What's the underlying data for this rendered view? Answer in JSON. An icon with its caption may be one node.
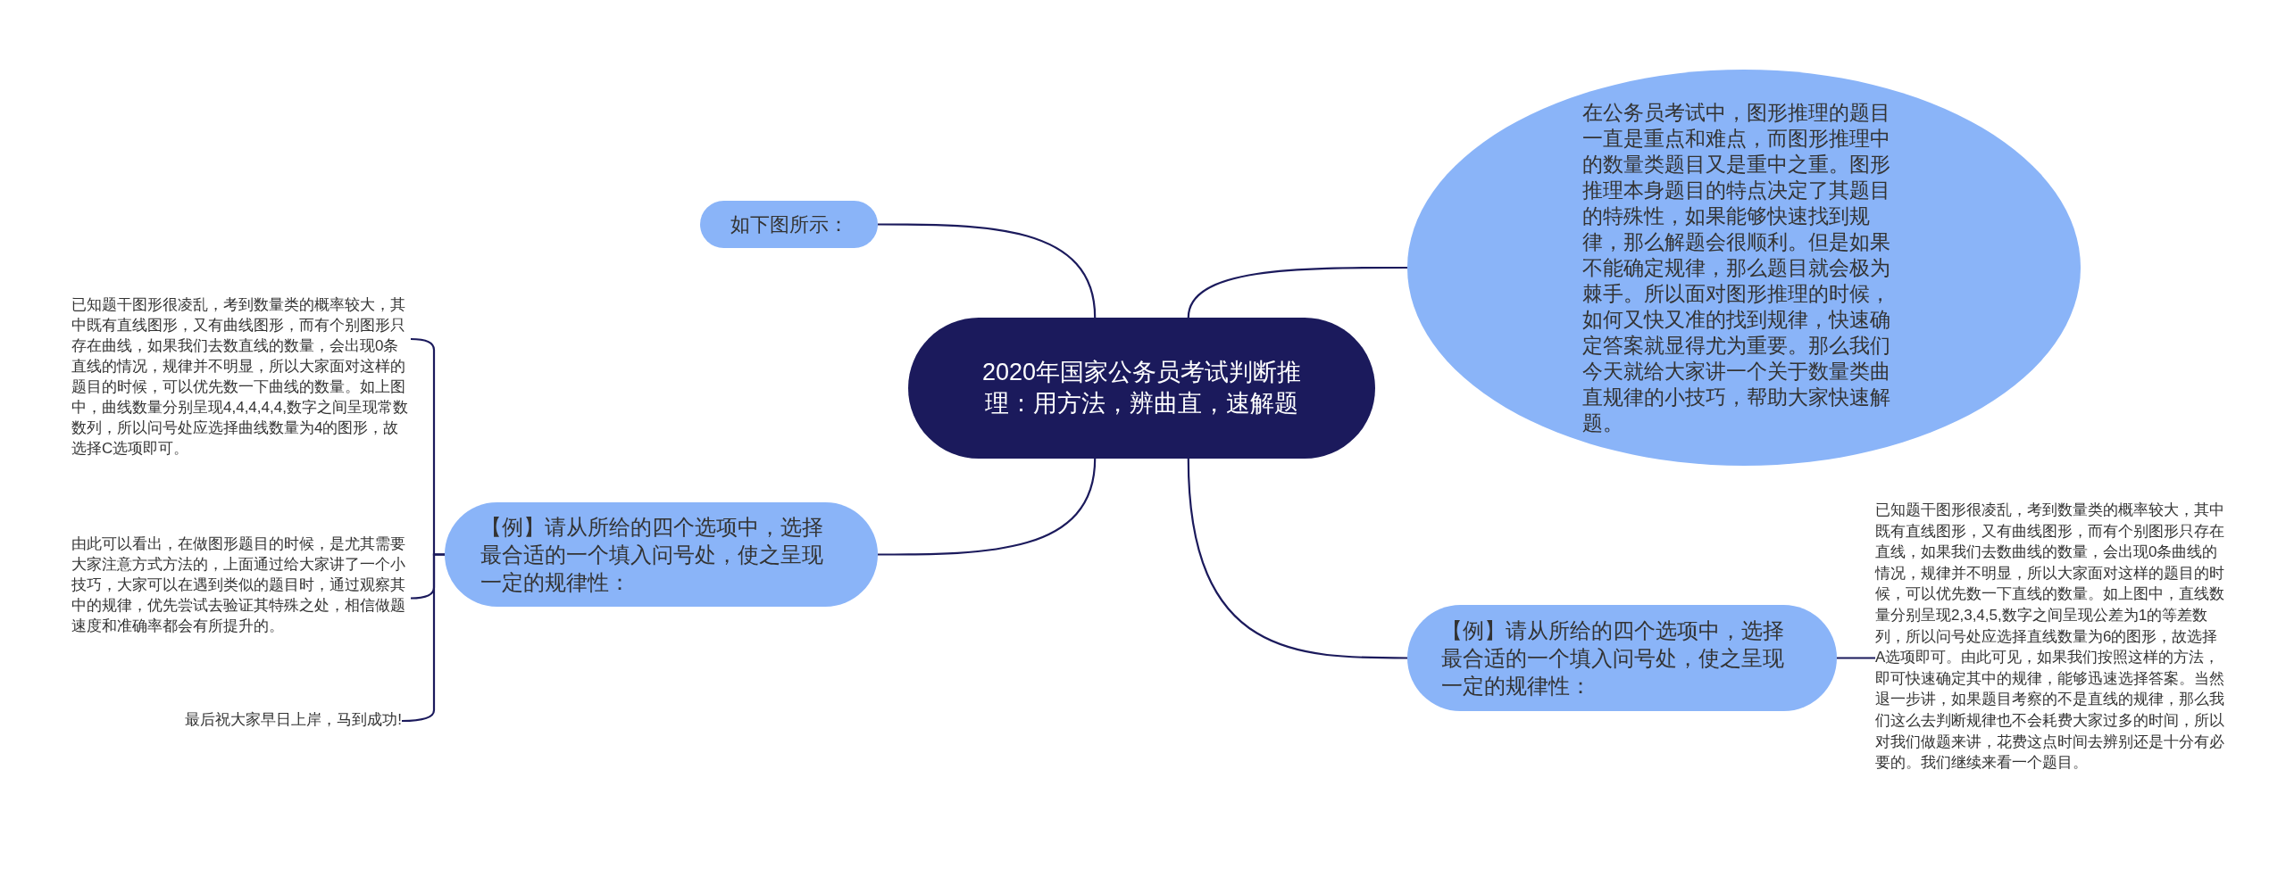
{
  "diagram": {
    "nodes": [
      {
        "text": [
          "2020年国家公务员考试判断推理：用方法，辨曲直，速解题"
        ]
      },
      {
        "text": [
          "如下图所示："
        ]
      },
      {
        "text": [
          "【例】请从所给的四个选项中，选择最合适的一个填入问号处，使之呈现一定的规律性："
        ]
      },
      {
        "text": [
          "已知题干图形很凌乱，考到数量类的概率较大，其中既有直线图形，又有曲线图形，而有个别图形只存在曲线，如果我们去数直线的数量，会出现0条直线的情况，规律并不明显，所以大家面对这样的题目的时候，可以优先数一下曲线的数量。如上图中，曲线数量分别呈现4,4,4,4,4,数字之间呈现常数数列，所以问号处应选择曲线数量为4的图形，故选择C选项即可。"
        ]
      },
      {
        "text": [
          "由此可以看出，在做图形题目的时候，是尤其需要大家注意方式方法的，上面通过给大家讲了一个小技巧，大家可以在遇到类似的题目时，通过观察其中的规律，优先尝试去验证其特殊之处，相信做题速度和准确率都会有所提升的。"
        ]
      },
      {
        "text": [
          "最后祝大家早日上岸，马到成功!"
        ]
      },
      {
        "text": [
          "在公务员考试中，图形推理的题目一直是重点和难点，而图形推理中的数量类题目又是重中之重。图形推理本身题目的特点决定了其题目的特殊性，如果能够快速找到规律，那么解题会很顺利。但是如果不能确定规律，那么题目就会极为棘手。所以面对图形推理的时候，如何又快又准的找到规律，快速确定答案就显得尤为重要。那么我们今天就给大家讲一个关于数量类曲直规律的小技巧，帮助大家快速解题。"
        ]
      },
      {
        "text": [
          "【例】请从所给的四个选项中，选择最合适的一个填入问号处，使之呈现一定的规律性："
        ]
      },
      {
        "text": [
          "已知题干图形很凌乱，考到数量类的概率较大，其中既有直线图形，又有曲线图形，而有个别图形只存在直线，如果我们去数曲线的数量，会出现0条曲线的情况，规律并不明显，所以大家面对这样的题目的时候，可以优先数一下直线的数量。如上图中，直线数量分别呈现2,3,4,5,数字之间呈现公差为1的等差数列，所以问号处应选择直线数量为6的图形，故选择A选项即可。由此可见，如果我们按照这样的方法，即可快速确定其中的规律，能够迅速选择答案。当然退一步讲，如果题目考察的不是直线的规律，那么我们这么去判断规律也不会耗费大家过多的时间，所以对我们做题来讲，花费这点时间去辨别还是十分有必要的。我们继续来看一个题目。"
        ]
      }
    ],
    "edges": [
      {
        "from": 0,
        "to": 1,
        "arrow": "none"
      },
      {
        "from": 0,
        "to": 2,
        "arrow": "none"
      },
      {
        "from": 2,
        "to": 3,
        "arrow": "none"
      },
      {
        "from": 2,
        "to": 4,
        "arrow": "none"
      },
      {
        "from": 2,
        "to": 5,
        "arrow": "none"
      },
      {
        "from": 0,
        "to": 6,
        "arrow": "none"
      },
      {
        "from": 0,
        "to": 7,
        "arrow": "none"
      },
      {
        "from": 7,
        "to": 8,
        "arrow": "none"
      }
    ]
  }
}
